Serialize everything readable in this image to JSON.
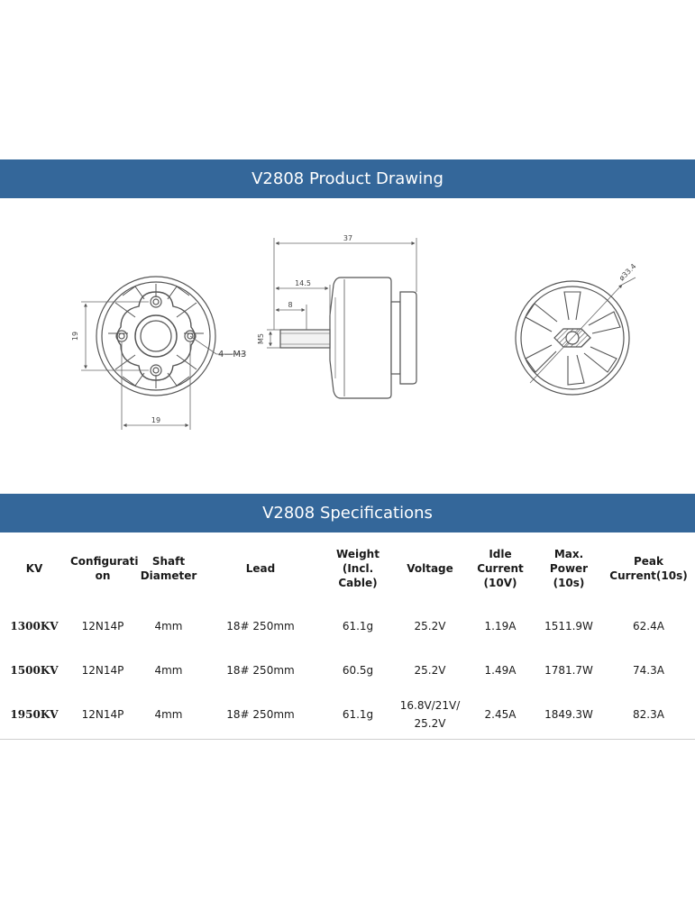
{
  "sections": {
    "drawing_title": "V2808 Product Drawing",
    "specs_title": "V2808 Specifications"
  },
  "drawing": {
    "dim_19_vertical": "19",
    "dim_19_horizontal": "19",
    "hole_label": "4—M3",
    "dim_37": "37",
    "dim_14_5": "14.5",
    "dim_8": "8",
    "dim_m5": "M5",
    "dim_diameter": "ø33.4"
  },
  "table": {
    "headers": [
      "KV",
      "Configurati\non",
      "Shaft\nDiameter",
      "Lead",
      "Weight\n(Incl.\nCable)",
      "Voltage",
      "Idle\nCurrent\n(10V)",
      "Max.\nPower\n(10s)",
      "Peak\nCurrent(10s)"
    ],
    "rows": [
      [
        "1300KV",
        "12N14P",
        "4mm",
        "18# 250mm",
        "61.1g",
        "25.2V",
        "1.19A",
        "1511.9W",
        "62.4A"
      ],
      [
        "1500KV",
        "12N14P",
        "4mm",
        "18# 250mm",
        "60.5g",
        "25.2V",
        "1.49A",
        "1781.7W",
        "74.3A"
      ],
      [
        "1950KV",
        "12N14P",
        "4mm",
        "18# 250mm",
        "61.1g",
        "16.8V/21V/\n25.2V",
        "2.45A",
        "1849.3W",
        "82.3A"
      ]
    ]
  },
  "colors": {
    "banner": "#34679a",
    "banner_text": "#ffffff",
    "line_art": "#555555"
  }
}
